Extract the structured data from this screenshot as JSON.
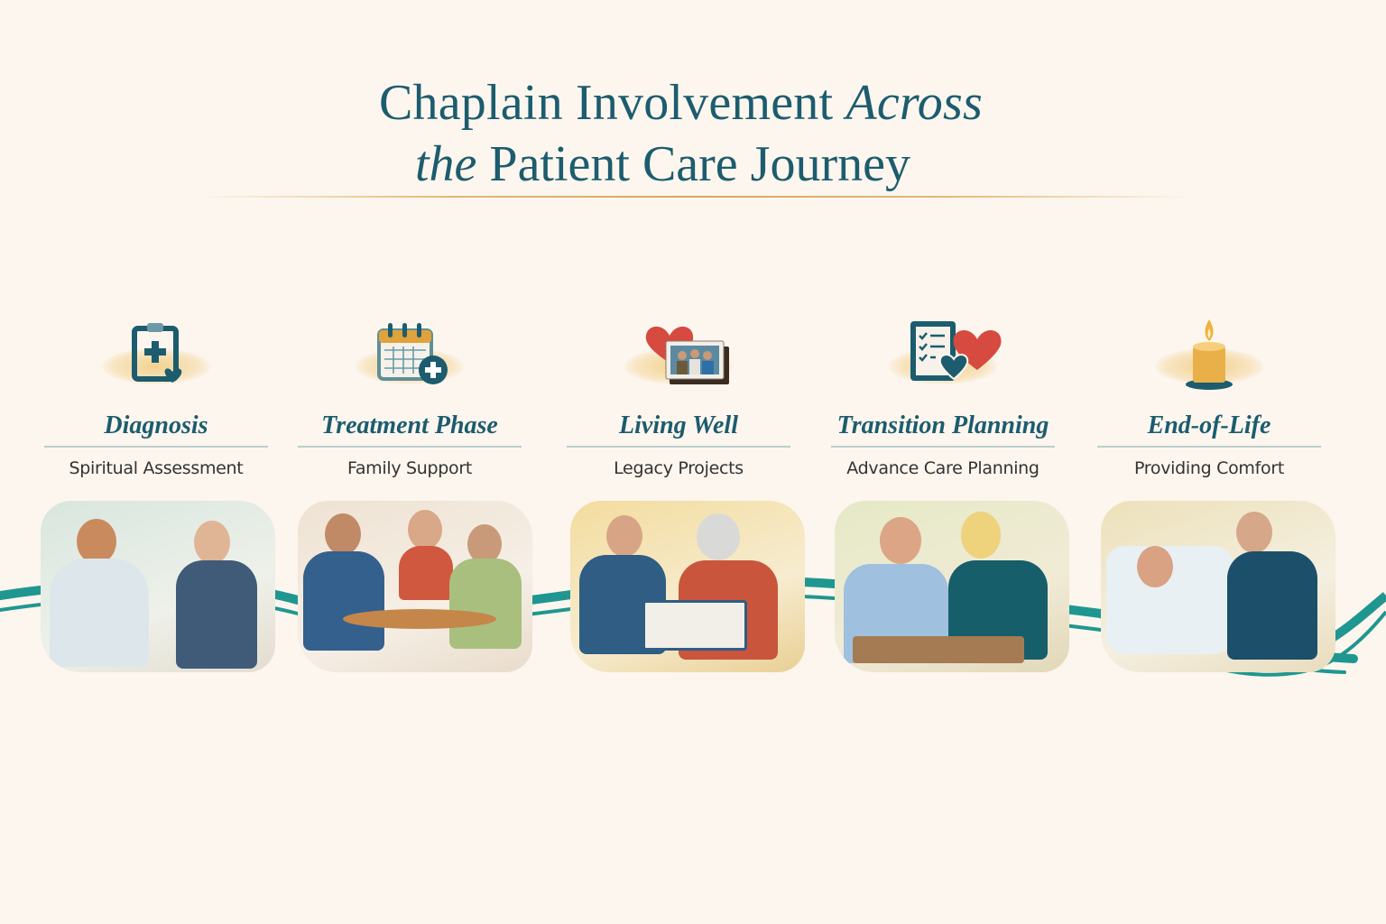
{
  "title": {
    "line1_main": "Chaplain Involvement",
    "line1_italic": "Across",
    "line2_italic": "the",
    "line2_main": "Patient Care Journey"
  },
  "colors": {
    "primary_teal": "#1c5c6e",
    "ribbon_teal": "#1f9790",
    "gold_accent": "#e3b873",
    "heart_red": "#d64a3f",
    "background": "#fcf6ee"
  },
  "stages": [
    {
      "title": "Diagnosis",
      "subtitle": "Spiritual Assessment",
      "icon": "clipboard-medical-heart-icon",
      "scene": "patient-gown-with-chaplain"
    },
    {
      "title": "Treatment Phase",
      "subtitle": "Family Support",
      "icon": "calendar-plus-icon",
      "scene": "family-meeting-at-table"
    },
    {
      "title": "Living Well",
      "subtitle": "Legacy Projects",
      "icon": "heart-photo-album-icon",
      "scene": "photo-album-with-elder"
    },
    {
      "title": "Transition Planning",
      "subtitle": "Advance Care Planning",
      "icon": "checklist-hearts-icon",
      "scene": "couple-planning-documents"
    },
    {
      "title": "End-of-Life",
      "subtitle": "Providing Comfort",
      "icon": "candle-icon",
      "scene": "bedside-comfort"
    }
  ]
}
